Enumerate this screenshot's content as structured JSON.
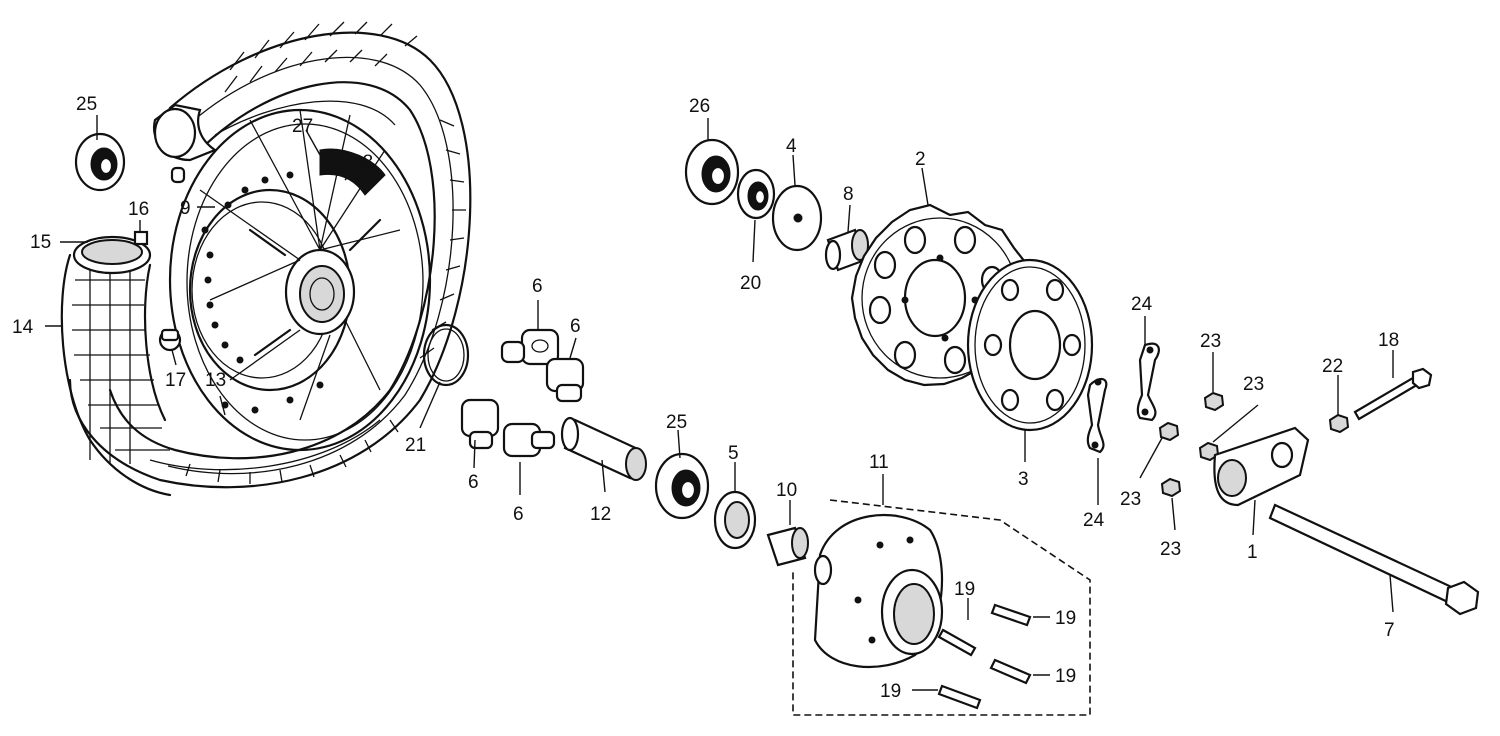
{
  "diagram": {
    "callouts": [
      {
        "id": "c25a",
        "text": "25"
      },
      {
        "id": "c16",
        "text": "16"
      },
      {
        "id": "c15",
        "text": "15"
      },
      {
        "id": "c14",
        "text": "14"
      },
      {
        "id": "c9",
        "text": "9"
      },
      {
        "id": "c27",
        "text": "27"
      },
      {
        "id": "c28",
        "text": "28"
      },
      {
        "id": "c17",
        "text": "17"
      },
      {
        "id": "c13",
        "text": "13"
      },
      {
        "id": "c21",
        "text": "21"
      },
      {
        "id": "c6a",
        "text": "6"
      },
      {
        "id": "c6b",
        "text": "6"
      },
      {
        "id": "c6c",
        "text": "6"
      },
      {
        "id": "c6d",
        "text": "6"
      },
      {
        "id": "c12",
        "text": "12"
      },
      {
        "id": "c25b",
        "text": "25"
      },
      {
        "id": "c5",
        "text": "5"
      },
      {
        "id": "c10",
        "text": "10"
      },
      {
        "id": "c11",
        "text": "11"
      },
      {
        "id": "c26",
        "text": "26"
      },
      {
        "id": "c4",
        "text": "4"
      },
      {
        "id": "c8",
        "text": "8"
      },
      {
        "id": "c20",
        "text": "20"
      },
      {
        "id": "c2",
        "text": "2"
      },
      {
        "id": "c3",
        "text": "3"
      },
      {
        "id": "c24a",
        "text": "24"
      },
      {
        "id": "c24b",
        "text": "24"
      },
      {
        "id": "c23a",
        "text": "23"
      },
      {
        "id": "c23b",
        "text": "23"
      },
      {
        "id": "c23c",
        "text": "23"
      },
      {
        "id": "c23d",
        "text": "23"
      },
      {
        "id": "c22",
        "text": "22"
      },
      {
        "id": "c18",
        "text": "18"
      },
      {
        "id": "c1",
        "text": "1"
      },
      {
        "id": "c7",
        "text": "7"
      },
      {
        "id": "c19a",
        "text": "19"
      },
      {
        "id": "c19b",
        "text": "19"
      },
      {
        "id": "c19c",
        "text": "19"
      },
      {
        "id": "c19d",
        "text": "19"
      }
    ]
  }
}
